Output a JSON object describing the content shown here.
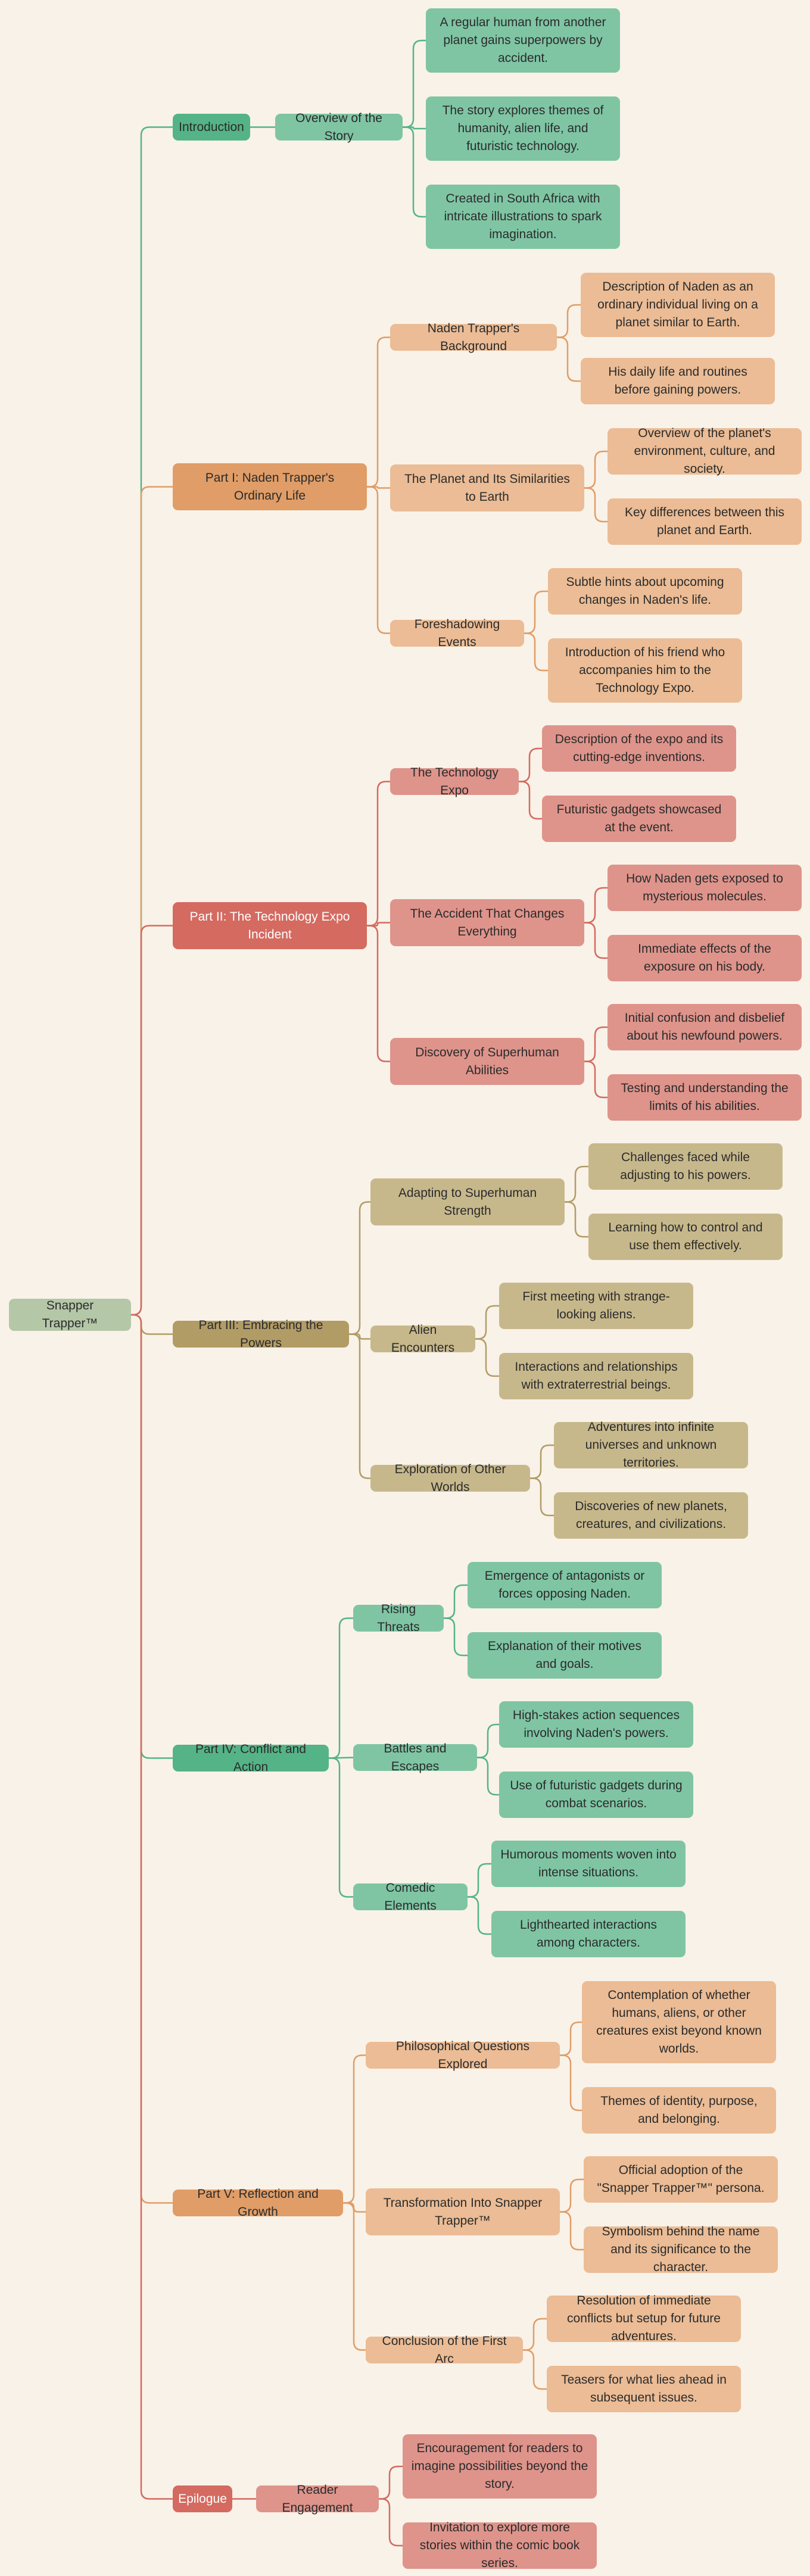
{
  "root": {
    "label": "Snapper Trapper™"
  },
  "colors": {
    "background": "#f9f2e8",
    "root": "#b4c7a7",
    "green": "#54b487",
    "green_light": "#7fc5a4",
    "orange": "#e09d67",
    "orange_light": "#ebbc95",
    "red": "#d46a60",
    "red_light": "#de948b",
    "olive": "#b29c66",
    "olive_light": "#c7b88c"
  },
  "sections": [
    {
      "label": "Introduction",
      "color": "green",
      "topics": [
        {
          "label": "Overview of the Story",
          "details": [
            "A regular human from another planet gains superpowers by accident.",
            "The story explores themes of humanity, alien life, and futuristic technology.",
            "Created in South Africa with intricate illustrations to spark imagination."
          ]
        }
      ]
    },
    {
      "label": "Part I: Naden Trapper's Ordinary Life",
      "color": "orange",
      "topics": [
        {
          "label": "Naden Trapper's Background",
          "details": [
            "Description of Naden as an ordinary individual living on a planet similar to Earth.",
            "His daily life and routines before gaining powers."
          ]
        },
        {
          "label": "The Planet and Its Similarities to Earth",
          "details": [
            "Overview of the planet's environment, culture, and society.",
            "Key differences between this planet and Earth."
          ]
        },
        {
          "label": "Foreshadowing Events",
          "details": [
            "Subtle hints about upcoming changes in Naden's life.",
            "Introduction of his friend who accompanies him to the Technology Expo."
          ]
        }
      ]
    },
    {
      "label": "Part II: The Technology Expo Incident",
      "color": "red",
      "topics": [
        {
          "label": "The Technology Expo",
          "details": [
            "Description of the expo and its cutting-edge inventions.",
            "Futuristic gadgets showcased at the event."
          ]
        },
        {
          "label": "The Accident That Changes Everything",
          "details": [
            "How Naden gets exposed to mysterious molecules.",
            "Immediate effects of the exposure on his body."
          ]
        },
        {
          "label": "Discovery of Superhuman Abilities",
          "details": [
            "Initial confusion and disbelief about his newfound powers.",
            "Testing and understanding the limits of his abilities."
          ]
        }
      ]
    },
    {
      "label": "Part III: Embracing the Powers",
      "color": "olive",
      "topics": [
        {
          "label": "Adapting to Superhuman Strength",
          "details": [
            "Challenges faced while adjusting to his powers.",
            "Learning how to control and use them effectively."
          ]
        },
        {
          "label": "Alien Encounters",
          "details": [
            "First meeting with strange-looking aliens.",
            "Interactions and relationships with extraterrestrial beings."
          ]
        },
        {
          "label": "Exploration of Other Worlds",
          "details": [
            "Adventures into infinite universes and unknown territories.",
            "Discoveries of new planets, creatures, and civilizations."
          ]
        }
      ]
    },
    {
      "label": "Part IV: Conflict and Action",
      "color": "green",
      "topics": [
        {
          "label": "Rising Threats",
          "details": [
            "Emergence of antagonists or forces opposing Naden.",
            "Explanation of their motives and goals."
          ]
        },
        {
          "label": "Battles and Escapes",
          "details": [
            "High-stakes action sequences involving Naden's powers.",
            "Use of futuristic gadgets during combat scenarios."
          ]
        },
        {
          "label": "Comedic Elements",
          "details": [
            "Humorous moments woven into intense situations.",
            "Lighthearted interactions among characters."
          ]
        }
      ]
    },
    {
      "label": "Part V: Reflection and Growth",
      "color": "orange",
      "topics": [
        {
          "label": "Philosophical Questions Explored",
          "details": [
            "Contemplation of whether humans, aliens, or other creatures exist beyond known worlds.",
            "Themes of identity, purpose, and belonging."
          ]
        },
        {
          "label": "Transformation Into Snapper Trapper™",
          "details": [
            "Official adoption of the \"Snapper Trapper™\" persona.",
            "Symbolism behind the name and its significance to the character."
          ]
        },
        {
          "label": "Conclusion of the First Arc",
          "details": [
            "Resolution of immediate conflicts but setup for future adventures.",
            "Teasers for what lies ahead in subsequent issues."
          ]
        }
      ]
    },
    {
      "label": "Epilogue",
      "color": "red",
      "topics": [
        {
          "label": "Reader Engagement",
          "details": [
            "Encouragement for readers to imagine possibilities beyond the story.",
            "Invitation to explore more stories within the comic book series."
          ]
        }
      ]
    }
  ]
}
